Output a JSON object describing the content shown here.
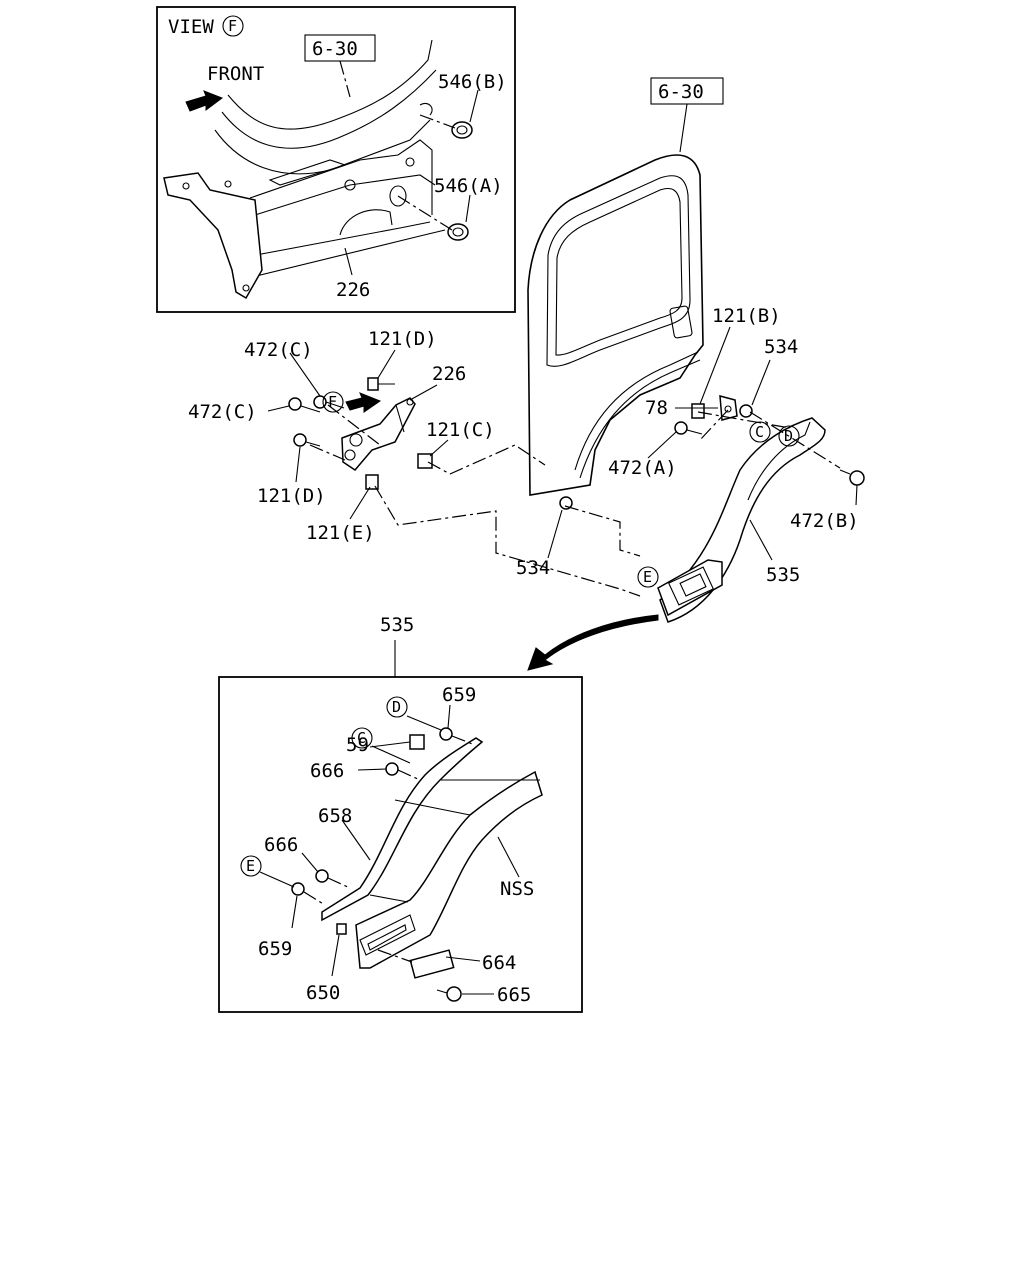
{
  "views": {
    "view_f": {
      "header_prefix": "VIEW",
      "header_circle": "F",
      "ref_box": "6-30",
      "front_label": "FRONT",
      "labels": {
        "p546b": "546(B)",
        "p546a": "546(A)",
        "p226": "226"
      }
    },
    "main": {
      "ref_box": "6-30",
      "labels": {
        "p121b": "121(B)",
        "p534_top": "534",
        "p472c_top": "472(C)",
        "p121d_top": "121(D)",
        "p226": "226",
        "p472c_left": "472(C)",
        "p78": "78",
        "p121c": "121(C)",
        "p472a": "472(A)",
        "p121d_bottom": "121(D)",
        "p472b": "472(B)",
        "p121e": "121(E)",
        "p534_bottom": "534",
        "p535": "535"
      },
      "circles": {
        "f": "F",
        "d": "D",
        "c": "C",
        "e": "E"
      }
    },
    "detail_535": {
      "title": "535",
      "labels": {
        "p659_top": "659",
        "p59": "59",
        "p666_top": "666",
        "p658": "658",
        "p666_mid": "666",
        "p659_bottom": "659",
        "p650": "650",
        "nss": "NSS",
        "p664": "664",
        "p665": "665"
      },
      "circles": {
        "c": "C",
        "d": "D",
        "e": "E"
      }
    }
  },
  "icons": [
    "front-arrow-icon",
    "direction-arrow-icon",
    "curved-pointer-arrow-icon"
  ]
}
